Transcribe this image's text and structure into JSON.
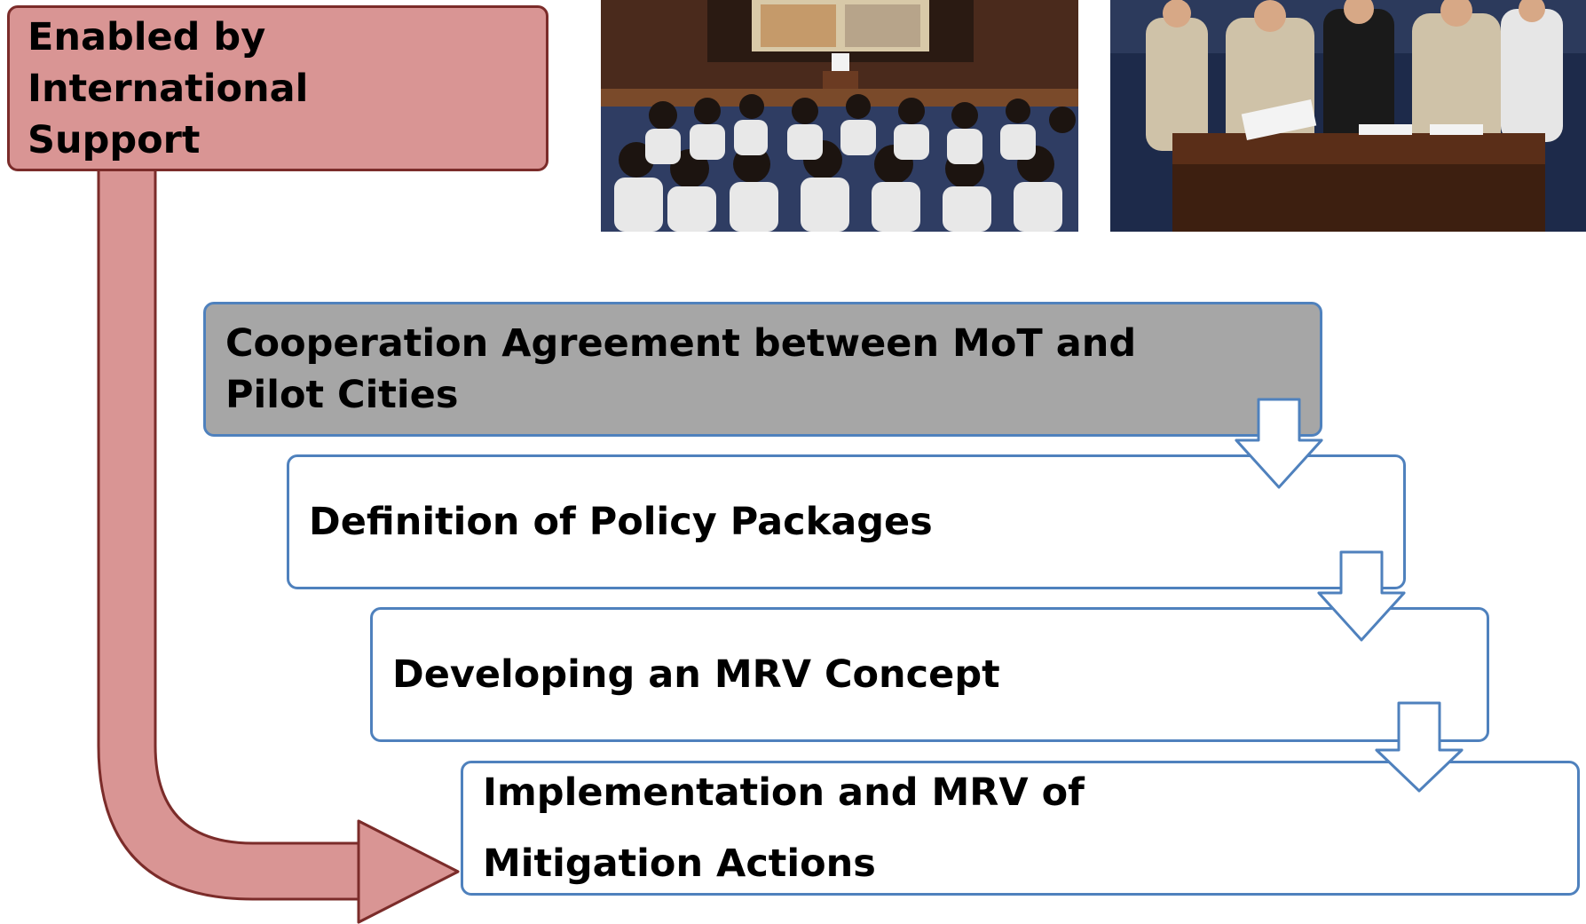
{
  "boxes": {
    "international_support": "Enabled by International\nSupport",
    "cooperation_agreement": "Cooperation Agreement between MoT and\nPilot Cities",
    "policy_packages": "Definition of Policy Packages",
    "mrv_concept": "Developing an MRV Concept",
    "implementation": "Implementation and MRV of\nMitigation Actions"
  },
  "colors": {
    "support_fill": "#d99594",
    "support_border": "#7b2c2a",
    "step_border": "#4f81bd",
    "first_step_fill": "#a6a6a6",
    "step_fill": "#ffffff"
  },
  "icons": {
    "support_arrow": "curved-arrow-icon",
    "step_arrows": "down-arrow-icon"
  },
  "photos": {
    "left": "conference-audience-photo",
    "right": "agreement-signing-photo"
  }
}
